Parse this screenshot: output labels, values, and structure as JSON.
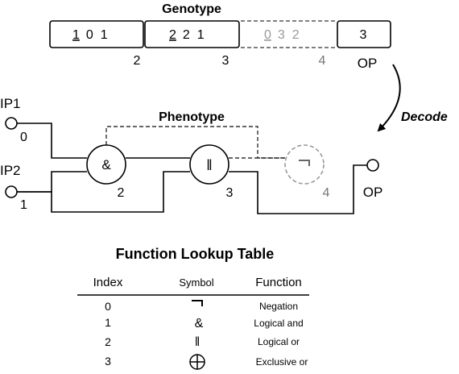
{
  "genotype": {
    "title": "Genotype",
    "genes": [
      {
        "index": "1",
        "rest": "0  1",
        "position": "2",
        "faded": false
      },
      {
        "index": "2",
        "rest": "2  1",
        "position": "3",
        "faded": false
      },
      {
        "index": "0",
        "rest": "3  2",
        "position": "4",
        "faded": true
      }
    ],
    "output_gene": "3",
    "output_label": "OP"
  },
  "decode_label": "Decode",
  "phenotype": {
    "title": "Phenotype",
    "inputs": [
      {
        "label": "IP1",
        "index": "0"
      },
      {
        "label": "IP2",
        "index": "1"
      }
    ],
    "nodes": [
      {
        "symbol": "&",
        "index": "2",
        "active": true
      },
      {
        "symbol": "‖",
        "index": "3",
        "active": true
      },
      {
        "symbol": "¬",
        "index": "4",
        "active": false
      }
    ],
    "output_label": "OP"
  },
  "lookup_table": {
    "title": "Function Lookup Table",
    "headers": [
      "Index",
      "Symbol",
      "Function"
    ],
    "rows": [
      {
        "index": "0",
        "symbol": "negation-symbol",
        "function": "Negation"
      },
      {
        "index": "1",
        "symbol": "&",
        "function": "Logical and"
      },
      {
        "index": "2",
        "symbol": "‖",
        "function": "Logical or"
      },
      {
        "index": "3",
        "symbol": "xor-symbol",
        "function": "Exclusive or"
      }
    ]
  },
  "colors": {
    "ink": "#000000",
    "faded": "#999999"
  }
}
